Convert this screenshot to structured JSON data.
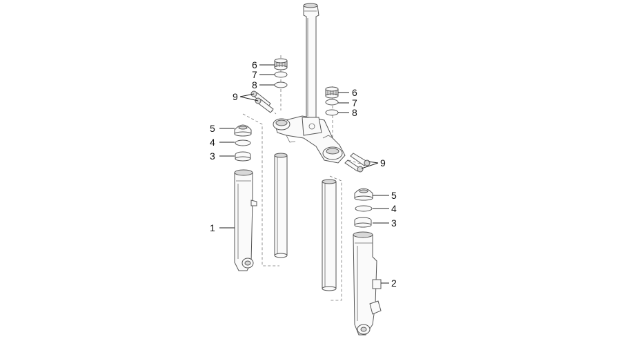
{
  "diagram": {
    "callouts": {
      "c1": "1",
      "c2": "2",
      "c3_left": "3",
      "c4_left": "4",
      "c5_left": "5",
      "c3_right": "3",
      "c4_right": "4",
      "c5_right": "5",
      "c6_left": "6",
      "c7_left": "7",
      "c8_left": "8",
      "c6_right": "6",
      "c7_right": "7",
      "c8_right": "8",
      "c9_left": "9",
      "c9_right": "9"
    }
  }
}
